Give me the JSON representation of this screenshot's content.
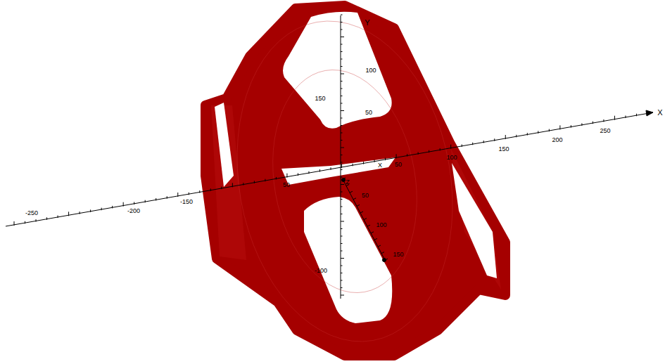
{
  "diagram": {
    "labels": [
      "Y",
      "100",
      "150",
      "50",
      "X",
      "250",
      "200",
      "150",
      "100",
      "-250",
      "-200",
      "-150",
      "50",
      "X",
      "50",
      "Z",
      "50",
      "100",
      "150",
      "-100"
    ]
  }
}
